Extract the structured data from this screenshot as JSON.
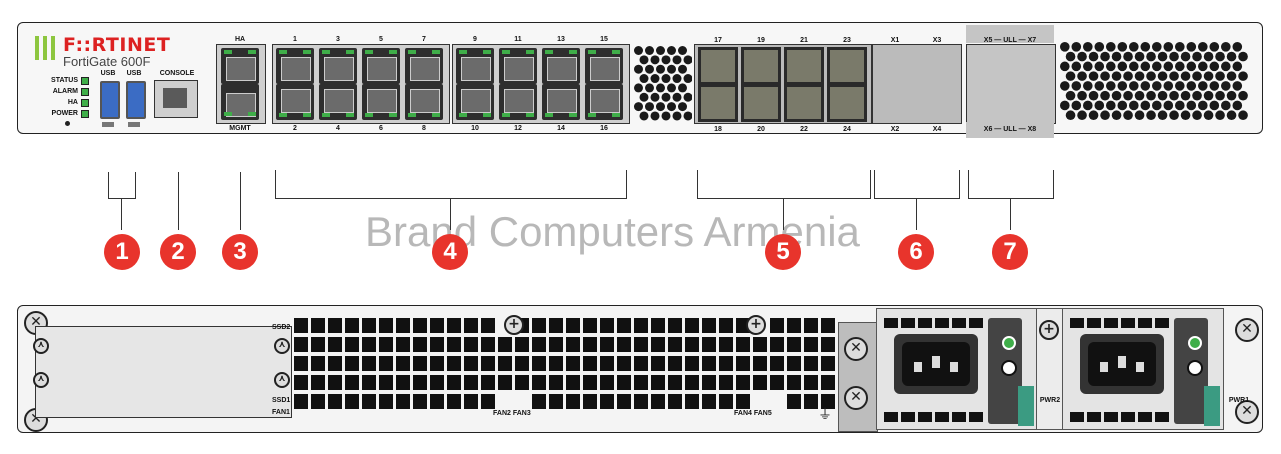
{
  "watermark": "Brand Computers Armenia",
  "front": {
    "brand": "F::RTINET",
    "model": "FortiGate 600F",
    "status_labels": [
      "STATUS",
      "ALARM",
      "HA",
      "POWER"
    ],
    "usb_labels": [
      "USB",
      "USB"
    ],
    "console_label": "CONSOLE",
    "ha_label": "HA",
    "mgmt_label": "MGMT",
    "top_port_numbers": [
      "1",
      "3",
      "5",
      "7",
      "9",
      "11",
      "13",
      "15"
    ],
    "bottom_port_numbers": [
      "2",
      "4",
      "6",
      "8",
      "10",
      "12",
      "14",
      "16"
    ],
    "sfp_top_numbers": [
      "17",
      "19",
      "21",
      "23"
    ],
    "sfp_bottom_numbers": [
      "18",
      "20",
      "22",
      "24"
    ],
    "x_top": [
      "X1",
      "X3"
    ],
    "x_bottom": [
      "X2",
      "X4"
    ],
    "ull_top": "X5 — ULL — X7",
    "ull_bottom": "X6 — ULL — X8"
  },
  "callouts": [
    "1",
    "2",
    "3",
    "4",
    "5",
    "6",
    "7"
  ],
  "rear": {
    "ssd_labels": [
      "SSD2",
      "SSD1"
    ],
    "fan_labels": [
      "FAN1",
      "FAN2 FAN3",
      "FAN4 FAN5"
    ],
    "psu_labels": [
      "PWR2",
      "PWR1"
    ]
  },
  "colors": {
    "callout": "#e8342c",
    "led": "#3fae49",
    "brand_bars": "#8dc63f"
  }
}
